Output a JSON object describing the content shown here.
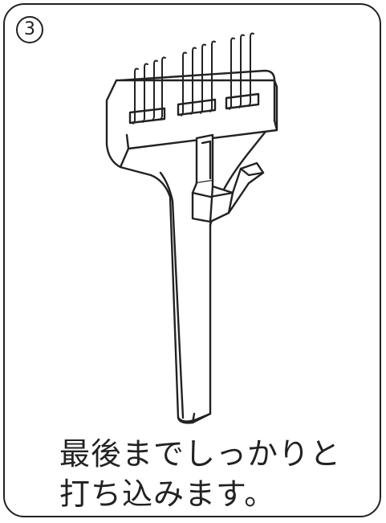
{
  "step": {
    "number": "3"
  },
  "illustration": {
    "icon": "hair-insertion-tool-icon",
    "line_color": "#222222"
  },
  "caption": {
    "line1": "最後までしっかりと",
    "line2": "打ち込みます。"
  }
}
